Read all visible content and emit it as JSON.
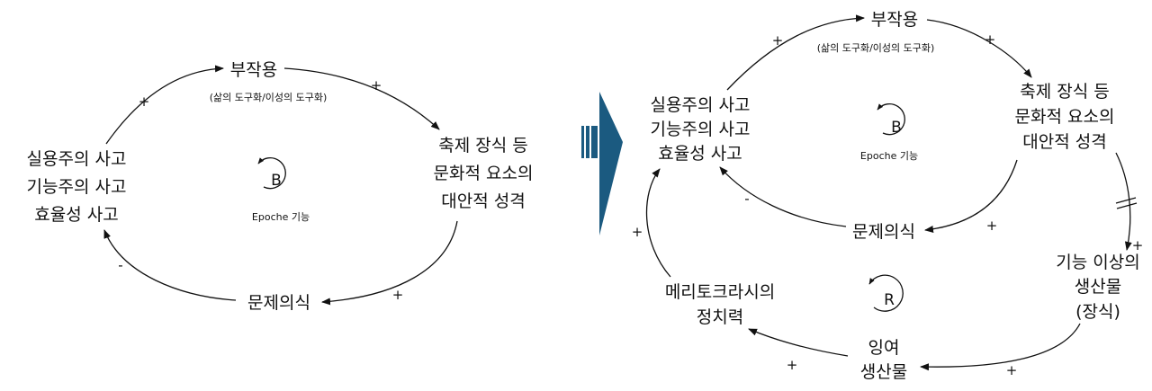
{
  "left": {
    "nodes": {
      "side_effect": "부작용",
      "side_effect_note": "(삶의 도구화/이성의 도구화)",
      "pragmatic_1": "실용주의 사고",
      "pragmatic_2": "기능주의 사고",
      "pragmatic_3": "효율성 사고",
      "festival_1": "축제 장식 등",
      "festival_2": "문화적 요소의",
      "festival_3": "대안적 성격",
      "awareness": "문제의식"
    },
    "signs": {
      "s1": "+",
      "s2": "+",
      "s3": "+",
      "s4": "-"
    },
    "loop": {
      "letter": "B",
      "caption": "Epoche 기능"
    }
  },
  "right": {
    "nodes": {
      "side_effect": "부작용",
      "side_effect_note": "(삶의 도구화/이성의 도구화)",
      "pragmatic_1": "실용주의 사고",
      "pragmatic_2": "기능주의 사고",
      "pragmatic_3": "효율성 사고",
      "festival_1": "축제 장식 등",
      "festival_2": "문화적 요소의",
      "festival_3": "대안적 성격",
      "awareness": "문제의식",
      "beyond_1": "기능 이상의",
      "beyond_2": "생산물",
      "beyond_3": "(장식)",
      "surplus_1": "잉여",
      "surplus_2": "생산물",
      "meritocracy_1": "메리토크라시의",
      "meritocracy_2": "정치력"
    },
    "signs": {
      "s1": "+",
      "s2": "+",
      "s3": "+",
      "s4": "-",
      "s5": "+",
      "s6": "+",
      "s7": "+",
      "s8": "+"
    },
    "loop_b": {
      "letter": "B",
      "caption": "Epoche 기능"
    },
    "loop_r": {
      "letter": "R"
    }
  },
  "colors": {
    "arrow": "#1b5a80",
    "ink": "#111111"
  }
}
